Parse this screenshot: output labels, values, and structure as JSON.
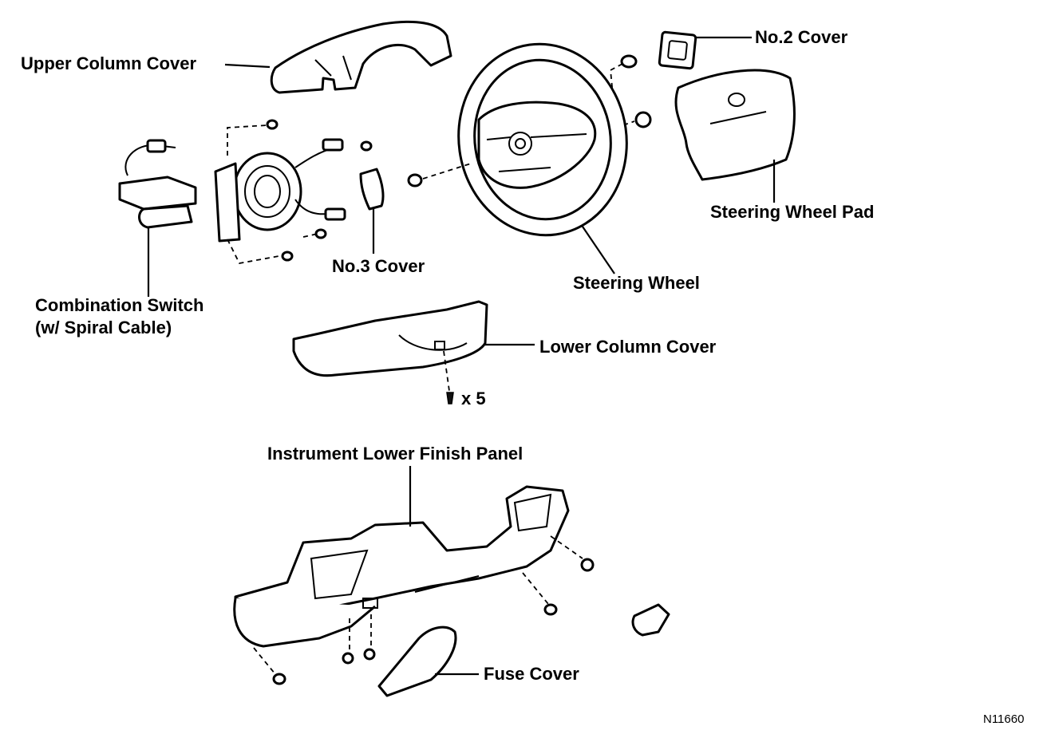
{
  "labels": {
    "upper_column_cover": "Upper Column Cover",
    "no2_cover": "No.2 Cover",
    "steering_wheel_pad": "Steering Wheel Pad",
    "no3_cover": "No.3 Cover",
    "steering_wheel": "Steering Wheel",
    "combination_switch_line1": "Combination Switch",
    "combination_switch_line2": "(w/ Spiral Cable)",
    "lower_column_cover": "Lower Column Cover",
    "screw_count": "x 5",
    "instrument_lower_finish_panel": "Instrument Lower Finish Panel",
    "fuse_cover": "Fuse Cover",
    "figure_code": "N11660"
  }
}
